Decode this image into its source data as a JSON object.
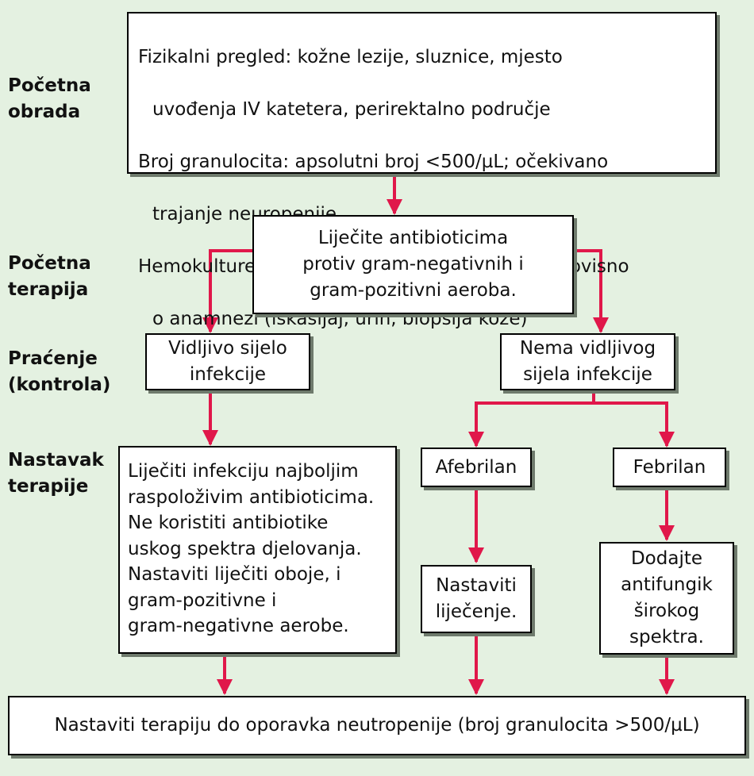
{
  "colors": {
    "background": "#e4f1e1",
    "arrow": "#e0174a",
    "box_border": "#000000",
    "shadow": "#6e7a6c"
  },
  "stages": {
    "initial_workup": "Početna\nobrada",
    "initial_therapy": "Početna\nterapija",
    "monitoring": "Praćenje\n(kontrola)",
    "continued_therapy": "Nastavak\nterapije"
  },
  "boxes": {
    "exam_lines": [
      "Fizikalni pregled: kožne lezije, sluznice, mjesto",
      "uvođenja IV katetera, perirektalno područje",
      "Broj granulocita: apsolutni broj <500/µL; očekivano",
      "trajanje neuropenije",
      "Hemokulture; RTG pluća i srca; druge pretrage ovisno",
      "o anamnezi (iskašljaj, urin, biopsija kože)"
    ],
    "antibiotics": "Liječite antibioticima\nprotiv gram-negativnih i\ngram-pozitivni aeroba.",
    "visible_source": "Vidljivo sijelo\ninfekcije",
    "no_visible_source": "Nema vidljivog\nsijela infekcije",
    "afebrile": "Afebrilan",
    "febrile": "Febrilan",
    "treat_infection": "Liječiti infekciju najboljim\nraspoloživim antibioticima.\nNe koristiti antibiotike\nuskog spektra djelovanja.\nNastaviti liječiti oboje, i\ngram-pozitivne i\ngram-negativne aerobe.",
    "continue_treatment": "Nastaviti\nliječenje.",
    "add_antifungal": "Dodajte\nantifungik\nširokog\nspektra.",
    "final": "Nastaviti terapiju do oporavka neutropenije (broj granulocita >500/µL)"
  }
}
